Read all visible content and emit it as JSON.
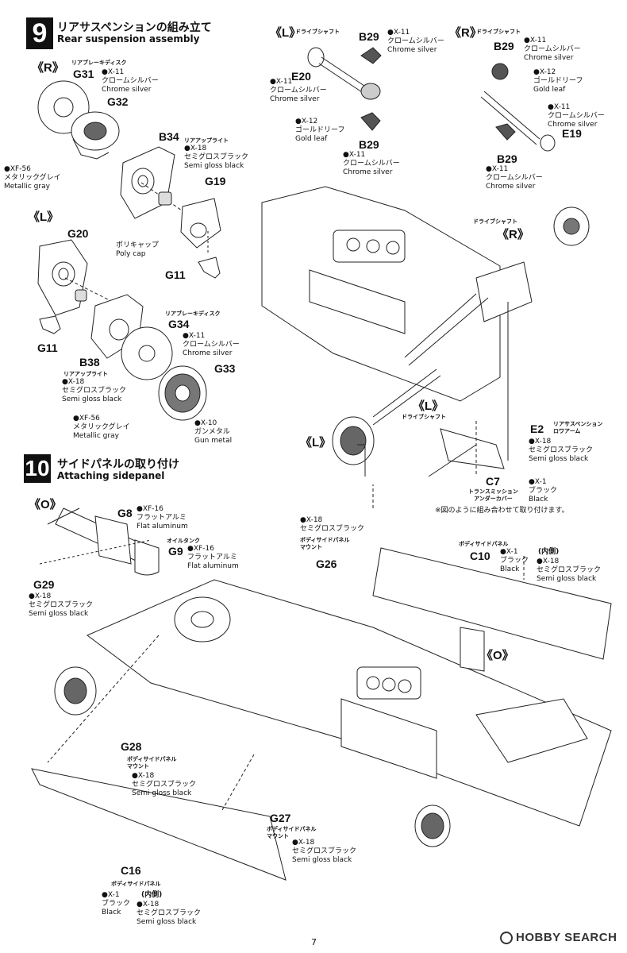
{
  "step9": {
    "number": "9",
    "title_jp": "リアサスペンションの組み立て",
    "title_en": "Rear suspension assembly",
    "side_r": "《R》",
    "side_l": "《L》",
    "g31": {
      "jp": "リアブレーキディスク",
      "code": "G31",
      "paint": [
        "●X-11",
        "クロームシルバー",
        "Chrome silver"
      ]
    },
    "g32": {
      "code": "G32"
    },
    "xf56_upper": [
      "●XF-56",
      "メタリックグレイ",
      "Metallic gray"
    ],
    "b34": {
      "code": "B34",
      "jp": "リアアップライト",
      "paint": [
        "●X-18",
        "セミグロスブラック",
        "Semi gloss black"
      ]
    },
    "g19": {
      "code": "G19"
    },
    "polycap": {
      "jp": "ポリキャップ",
      "en": "Poly cap"
    },
    "g11_upper": "G11",
    "g20": "G20",
    "g11_lower": "G11",
    "g34": {
      "jp": "リアブレーキディスク",
      "code": "G34",
      "paint": [
        "●X-11",
        "クロームシルバー",
        "Chrome silver"
      ]
    },
    "g33": "G33",
    "b38": {
      "code": "B38",
      "jp": "リアアップライト",
      "paint": [
        "●X-18",
        "セミグロスブラック",
        "Semi gloss black"
      ]
    },
    "xf56_lower": [
      "●XF-56",
      "メタリックグレイ",
      "Metallic gray"
    ],
    "x10": [
      "●X-10",
      "ガンメタル",
      "Gun metal"
    ],
    "ds_l": {
      "side": "《L》",
      "jp": "ドライブシャフト"
    },
    "ds_r": {
      "side": "《R》",
      "jp": "ドライブシャフト"
    },
    "b29_l_top": {
      "code": "B29",
      "paint": [
        "●X-11",
        "クロームシルバー",
        "Chrome silver"
      ]
    },
    "e20": {
      "code": "E20",
      "paint": [
        "●X-11",
        "クロームシルバー",
        "Chrome silver"
      ]
    },
    "x12_l": [
      "●X-12",
      "ゴールドリーフ",
      "Gold leaf"
    ],
    "b29_l_bot": {
      "code": "B29",
      "paint": [
        "●X-11",
        "クロームシルバー",
        "Chrome silver"
      ]
    },
    "b29_r_top": {
      "code": "B29",
      "paint": [
        "●X-11",
        "クロームシルバー",
        "Chrome silver"
      ]
    },
    "x12_r": [
      "●X-12",
      "ゴールドリーフ",
      "Gold leaf"
    ],
    "x11_r_mid": [
      "●X-11",
      "クロームシルバー",
      "Chrome silver"
    ],
    "e19": "E19",
    "b29_r_bot": {
      "code": "B29",
      "paint": [
        "●X-11",
        "クロームシルバー",
        "Chrome silver"
      ]
    },
    "assy_ds_r": {
      "jp": "ドライブシャフト",
      "side": "《R》"
    },
    "assy_ds_l": {
      "side": "《L》",
      "jp": "ドライブシャフト"
    },
    "assy_l": "《L》",
    "e2": {
      "code": "E2",
      "jp": [
        "リアサスペンション",
        "ロワアーム"
      ],
      "paint": [
        "●X-18",
        "セミグロスブラック",
        "Semi gloss black"
      ]
    },
    "c7": {
      "code": "C7",
      "jp": [
        "トランスミッション",
        "アンダーカバー"
      ],
      "paint": [
        "●X-1",
        "ブラック",
        "Black"
      ]
    },
    "combine_note": "※図のように組み合わせて取り付けます。"
  },
  "step10": {
    "number": "10",
    "title_jp": "サイドパネルの取り付け",
    "title_en": "Attaching sidepanel",
    "side_o": "《O》",
    "g8": {
      "code": "G8",
      "paint": [
        "●XF-16",
        "フラットアルミ",
        "Flat aluminum"
      ]
    },
    "g9": {
      "jp": "オイルタンク",
      "code": "G9",
      "paint": [
        "●XF-16",
        "フラットアルミ",
        "Flat aluminum"
      ]
    },
    "g29": {
      "code": "G29",
      "paint": [
        "●X-18",
        "セミグロスブラック",
        "Semi gloss black"
      ]
    },
    "g26": {
      "paint": [
        "●X-18",
        "セミグロスブラック"
      ],
      "jp": [
        "ボディサイドパネル",
        "マウント"
      ],
      "code": "G26"
    },
    "c10": {
      "jp": "ボディサイドパネル",
      "code": "C10",
      "paint": [
        "●X-1",
        "ブラック",
        "Black"
      ],
      "inner": "(内側)",
      "inner_paint": [
        "●X-18",
        "セミグロスブラック",
        "Semi gloss black"
      ]
    },
    "side_o2": "《O》",
    "g28": {
      "code": "G28",
      "jp": [
        "ボディサイドパネル",
        "マウント"
      ],
      "paint": [
        "●X-18",
        "セミグロスブラック",
        "Semi gloss black"
      ]
    },
    "g27": {
      "code": "G27",
      "jp": [
        "ボディサイドパネル",
        "マウント"
      ],
      "paint": [
        "●X-18",
        "セミグロスブラック",
        "Semi gloss black"
      ]
    },
    "c16": {
      "code": "C16",
      "jp": "ボディサイドパネル",
      "paint": [
        "●X-1",
        "ブラック",
        "Black"
      ],
      "inner": "(内側)",
      "inner_paint": [
        "●X-18",
        "セミグロスブラック",
        "Semi gloss black"
      ]
    }
  },
  "footer": {
    "page_number": "7",
    "watermark": "HOBBY SEARCH"
  }
}
